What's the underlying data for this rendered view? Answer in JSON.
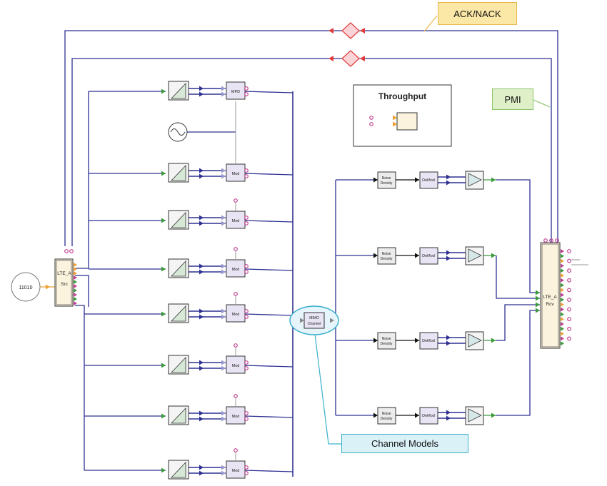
{
  "callouts": {
    "ack_nack": "ACK/NACK",
    "pmi": "PMI",
    "channel_models": "Channel Models"
  },
  "throughput": {
    "title": "Throughput"
  },
  "source": {
    "bits_label": "11010",
    "block_line1": "LTE_A",
    "block_line2": "Src"
  },
  "receiver": {
    "block_line1": "LTE_A",
    "block_line2": "Rcv"
  },
  "channel": {
    "line1": "MIMO",
    "line2": "Channel"
  },
  "tx_branches": [
    {
      "mod_label": "MPD"
    },
    {
      "mod_label": "Mod"
    },
    {
      "mod_label": "Mod"
    },
    {
      "mod_label": "Mod"
    },
    {
      "mod_label": "Mod"
    },
    {
      "mod_label": "Mod"
    },
    {
      "mod_label": "Mod"
    },
    {
      "mod_label": "Mod"
    }
  ],
  "rx_branches": [
    {
      "noise_line1": "Noise",
      "noise_line2": "Density",
      "demod": "DeMod"
    },
    {
      "noise_line1": "Noise",
      "noise_line2": "Density",
      "demod": "DeMod"
    },
    {
      "noise_line1": "Noise",
      "noise_line2": "Density",
      "demod": "DeMod"
    },
    {
      "noise_line1": "Noise",
      "noise_line2": "Density",
      "demod": "DeMod"
    }
  ],
  "colors": {
    "wire": "#2e3192",
    "feedback_marker": "#e23b3b",
    "port_green": "#3c9a3c",
    "port_orange": "#f0a030",
    "port_pink": "#c0408f",
    "block_fill": "#e8e4f4",
    "callout_yellow": "#fbe7a6",
    "callout_green": "#dff0c8",
    "callout_cyan": "#daf1f8"
  }
}
